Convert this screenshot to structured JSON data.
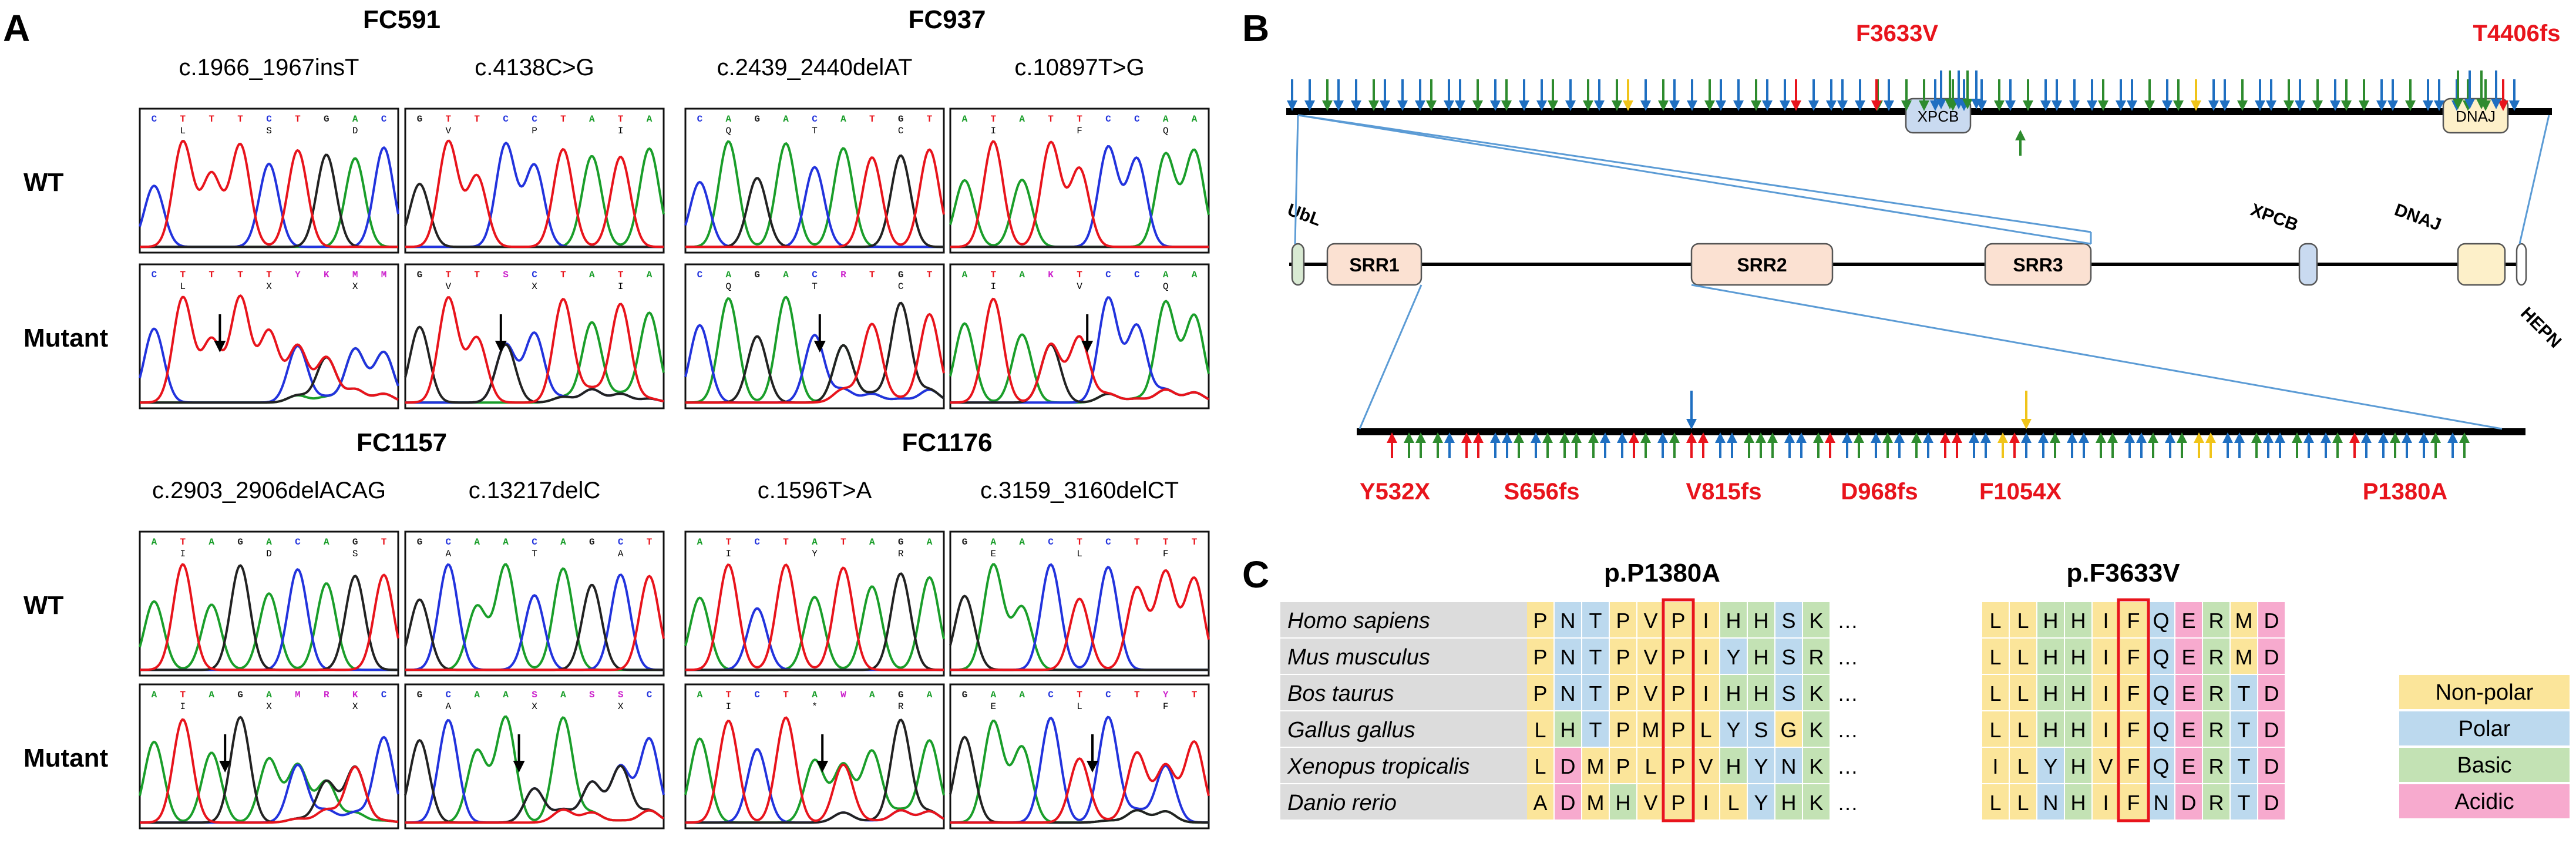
{
  "panel_a": {
    "letter": "A",
    "row_labels": {
      "wt": "WT",
      "mutant": "Mutant"
    },
    "families": [
      {
        "name": "FC591",
        "variants": [
          {
            "label": "c.1966_1967insT",
            "wt_bases": "CTTTCTGAC",
            "wt_aa": [
              "L",
              "S",
              "D"
            ],
            "mut_bases": "CTTTTYKMM",
            "mut_aa": [
              "L",
              "X",
              "X"
            ]
          },
          {
            "label": "c.4138C>G",
            "wt_bases": "GTTCCTATA",
            "wt_aa": [
              "V",
              "P",
              "I"
            ],
            "mut_bases": "GTTSCTATA",
            "mut_aa": [
              "V",
              "X",
              "I"
            ]
          }
        ]
      },
      {
        "name": "FC937",
        "variants": [
          {
            "label": "c.2439_2440delAT",
            "wt_bases": "CAGACATGT",
            "wt_aa": [
              "Q",
              "T",
              "C"
            ],
            "mut_bases": "CAGACRTGT",
            "mut_aa": [
              "Q",
              "T",
              "C"
            ]
          },
          {
            "label": "c.10897T>G",
            "wt_bases": "ATATTCCAA",
            "wt_aa": [
              "I",
              "F",
              "Q"
            ],
            "mut_bases": "ATAKTCCAA",
            "mut_aa": [
              "I",
              "V",
              "Q"
            ]
          }
        ]
      },
      {
        "name": "FC1157",
        "variants": [
          {
            "label": "c.2903_2906delACAG",
            "wt_bases": "ATAGACAGT",
            "wt_aa": [
              "I",
              "D",
              "S"
            ],
            "mut_bases": "ATAGAMRKC",
            "mut_aa": [
              "I",
              "X",
              "X"
            ]
          },
          {
            "label": "c.13217delC",
            "wt_bases": "GCAACAGCT",
            "wt_aa": [
              "A",
              "T",
              "A"
            ],
            "mut_bases": "GCAASASSC",
            "mut_aa": [
              "A",
              "X",
              "X"
            ]
          }
        ]
      },
      {
        "name": "FC1176",
        "variants": [
          {
            "label": "c.1596T>A",
            "wt_bases": "ATCTATAGA",
            "wt_aa": [
              "I",
              "Y",
              "R"
            ],
            "mut_bases": "ATCTAWAGA",
            "mut_aa": [
              "I",
              "*",
              "R"
            ]
          },
          {
            "label": "c.3159_3160delCT",
            "wt_bases": "GAACTCTTT",
            "wt_aa": [
              "E",
              "L",
              "F"
            ],
            "mut_bases": "GAACTCTYT",
            "mut_aa": [
              "E",
              "L",
              "F"
            ]
          }
        ]
      }
    ]
  },
  "panel_b": {
    "letter": "B",
    "domains_main": [
      "UbL",
      "SRR1",
      "SRR2",
      "SRR3",
      "XPCB",
      "DNAJ",
      "HEPN"
    ],
    "domains_zoom_top": [
      "XPCB",
      "DNAJ"
    ],
    "top_mutations": [
      "F3633V",
      "T4406fs"
    ],
    "bottom_mutations": [
      "Y532X",
      "S656fs",
      "V815fs",
      "D968fs",
      "F1054X",
      "P1380A"
    ],
    "variant_colors": {
      "blue": "#1f6fc1",
      "green": "#2e8b2e",
      "red": "#e8141c",
      "yellow": "#f0c419"
    }
  },
  "panel_c": {
    "letter": "C",
    "site_labels": [
      "p.P1380A",
      "p.F3633V"
    ],
    "ellipsis": "…",
    "species": [
      {
        "name": "Homo sapiens",
        "left": "PNTPVPIHHSK",
        "right": "LLHHIFQERMD"
      },
      {
        "name": "Mus musculus",
        "left": "PNTPVPIYHSR",
        "right": "LLHHIFQERMD"
      },
      {
        "name": "Bos taurus",
        "left": "PNTPVPIHHSK",
        "right": "LLHHIFQERTD"
      },
      {
        "name": "Gallus gallus",
        "left": "LHTPMPLYSGK",
        "right": "LLHHIFQERTD"
      },
      {
        "name": "Xenopus tropicalis",
        "left": "LDMPLPVHYNK",
        "right": "ILYHVFQERTD"
      },
      {
        "name": "Danio rerio",
        "left": "ADMHVPILYHK",
        "right": "LLNHIFNDRTD"
      }
    ],
    "legend": [
      {
        "label": "Non-polar",
        "color": "#fbe59a"
      },
      {
        "label": "Polar",
        "color": "#bcd9ee"
      },
      {
        "label": "Basic",
        "color": "#c3e2b4"
      },
      {
        "label": "Acidic",
        "color": "#f7aace"
      }
    ],
    "residue_classes": {
      "nonpolar": "AVLIPMFGW",
      "polar": "STNQYC",
      "basic": "KRH",
      "acidic": "DE"
    },
    "label_bg": "#dcdcdc"
  },
  "chromatogram_colors": {
    "A": "#1a9e2a",
    "C": "#2233dd",
    "G": "#222222",
    "T": "#e8141c",
    "ambiguous": "#cc22cc"
  }
}
